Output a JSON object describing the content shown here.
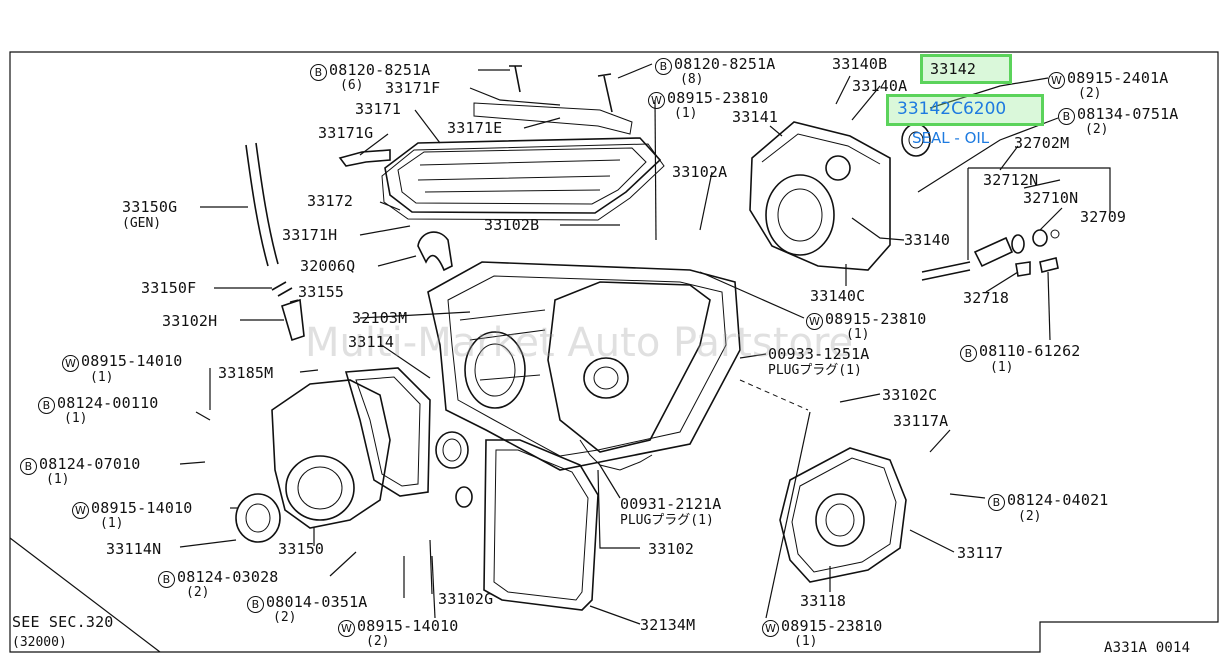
{
  "diagram_id": "A331A 0014",
  "see_section": "SEE SEC.320",
  "see_section_code": "(32000)",
  "watermark": "Multi-Market Auto Partstore",
  "highlight": {
    "part_number": "33142",
    "full_part_number": "33142C6200",
    "description": "SEAL - OIL",
    "color": "#5bd35b"
  },
  "labels": [
    {
      "id": "l1",
      "text": "08120-8251A",
      "mark": "B",
      "sub": "(6)"
    },
    {
      "id": "l2",
      "text": "33171F"
    },
    {
      "id": "l3",
      "text": "33171"
    },
    {
      "id": "l4",
      "text": "33171G"
    },
    {
      "id": "l5",
      "text": "33171E"
    },
    {
      "id": "l6",
      "text": "08120-8251A",
      "mark": "B",
      "sub": "(8)"
    },
    {
      "id": "l7",
      "text": "33140B"
    },
    {
      "id": "l8",
      "text": "33140A"
    },
    {
      "id": "l9",
      "text": "08915-2401A",
      "mark": "W",
      "sub": "(2)"
    },
    {
      "id": "l10",
      "text": "08915-23810",
      "mark": "W",
      "sub": "(1)"
    },
    {
      "id": "l11",
      "text": "33141"
    },
    {
      "id": "l12",
      "text": "08134-0751A",
      "mark": "B",
      "sub": "(2)"
    },
    {
      "id": "l13",
      "text": "32702M"
    },
    {
      "id": "l14",
      "text": "33102A"
    },
    {
      "id": "l15",
      "text": "32712N"
    },
    {
      "id": "l16",
      "text": "32710N"
    },
    {
      "id": "l17",
      "text": "32709"
    },
    {
      "id": "l18",
      "text": "33150G",
      "sub": "(GEN)"
    },
    {
      "id": "l19",
      "text": "33172"
    },
    {
      "id": "l20",
      "text": "33102B"
    },
    {
      "id": "l21",
      "text": "33171H"
    },
    {
      "id": "l22",
      "text": "33140"
    },
    {
      "id": "l23",
      "text": "32006Q"
    },
    {
      "id": "l24",
      "text": "33150F"
    },
    {
      "id": "l25",
      "text": "33155"
    },
    {
      "id": "l26",
      "text": "33140C"
    },
    {
      "id": "l27",
      "text": "32718"
    },
    {
      "id": "l28",
      "text": "33102H"
    },
    {
      "id": "l29",
      "text": "32103M"
    },
    {
      "id": "l30",
      "text": "08915-23810",
      "mark": "W",
      "sub": "(1)"
    },
    {
      "id": "l31",
      "text": "33114"
    },
    {
      "id": "l32",
      "text": "08110-61262",
      "mark": "B",
      "sub": "(1)"
    },
    {
      "id": "l33",
      "text": "00933-1251A",
      "sub": "PLUGプラグ(1)"
    },
    {
      "id": "l34",
      "text": "08915-14010",
      "mark": "W",
      "sub": "(1)"
    },
    {
      "id": "l35",
      "text": "33185M"
    },
    {
      "id": "l36",
      "text": "08124-00110",
      "mark": "B",
      "sub": "(1)"
    },
    {
      "id": "l37",
      "text": "33102C"
    },
    {
      "id": "l38",
      "text": "33117A"
    },
    {
      "id": "l39",
      "text": "08124-07010",
      "mark": "B",
      "sub": "(1)"
    },
    {
      "id": "l40",
      "text": "00931-2121A",
      "sub": "PLUGプラグ(1)"
    },
    {
      "id": "l41",
      "text": "08124-04021",
      "mark": "B",
      "sub": "(2)"
    },
    {
      "id": "l42",
      "text": "08915-14010",
      "mark": "W",
      "sub": "(1)"
    },
    {
      "id": "l43",
      "text": "33114N"
    },
    {
      "id": "l44",
      "text": "33150"
    },
    {
      "id": "l45",
      "text": "33102"
    },
    {
      "id": "l46",
      "text": "33117"
    },
    {
      "id": "l47",
      "text": "08124-03028",
      "mark": "B",
      "sub": "(2)"
    },
    {
      "id": "l48",
      "text": "33118"
    },
    {
      "id": "l49",
      "text": "08014-0351A",
      "mark": "B",
      "sub": "(2)"
    },
    {
      "id": "l50",
      "text": "33102G"
    },
    {
      "id": "l51",
      "text": "32134M"
    },
    {
      "id": "l52",
      "text": "08915-14010",
      "mark": "W",
      "sub": "(2)"
    },
    {
      "id": "l53",
      "text": "08915-23810",
      "mark": "W",
      "sub": "(1)"
    }
  ]
}
